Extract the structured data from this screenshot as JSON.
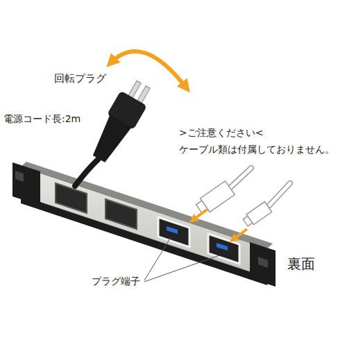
{
  "diagram": {
    "labels": [
      "回転プラグ",
      "電源コード長:2m",
      ">ご注意ください<",
      "ケーブル類は付属しておりません。",
      "プラグ端子",
      "裏面"
    ]
  }
}
